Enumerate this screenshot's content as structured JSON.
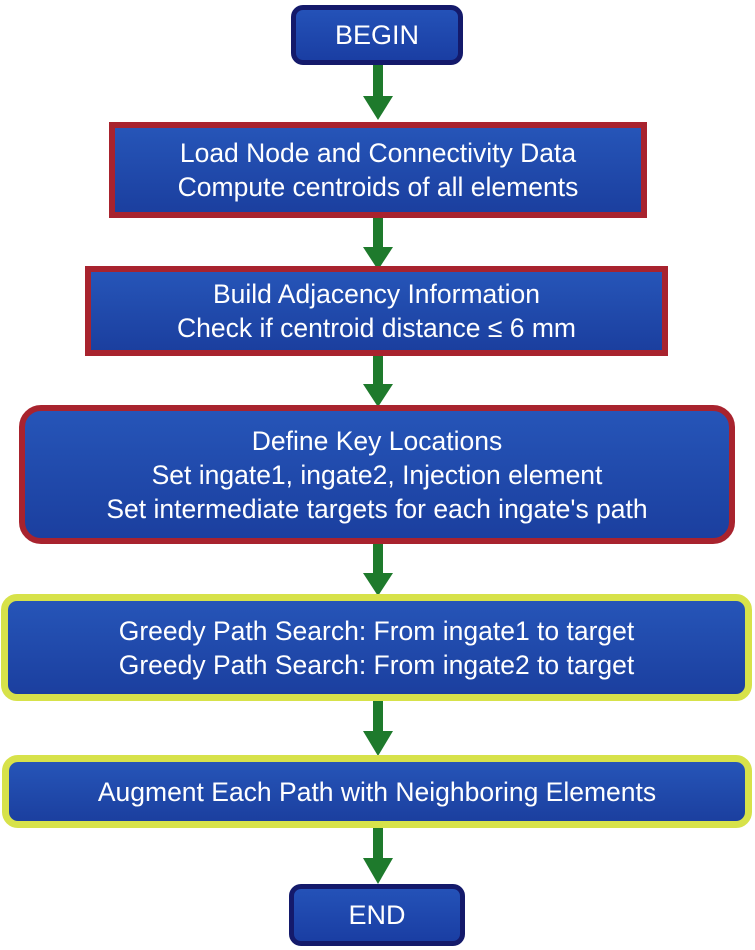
{
  "flowchart": {
    "begin": "BEGIN",
    "step1": {
      "line1": "Load Node and Connectivity Data",
      "line2": "Compute centroids of all elements"
    },
    "step2": {
      "line1": "Build Adjacency Information",
      "line2": "Check if centroid distance ≤ 6 mm"
    },
    "step3": {
      "line1": "Define Key Locations",
      "line2": "Set ingate1, ingate2, Injection element",
      "line3": "Set intermediate targets for each ingate's path"
    },
    "step4": {
      "line1": "Greedy Path Search: From ingate1 to target",
      "line2": "Greedy Path Search: From ingate2 to target"
    },
    "step5": {
      "line1": "Augment Each Path with Neighboring Elements"
    },
    "end": "END"
  },
  "colors": {
    "box_fill": "#1f47ab",
    "terminal_border": "#141a6b",
    "process_border": "#a8232e",
    "search_border": "#d7e24a",
    "arrow": "#1e7a2c"
  }
}
